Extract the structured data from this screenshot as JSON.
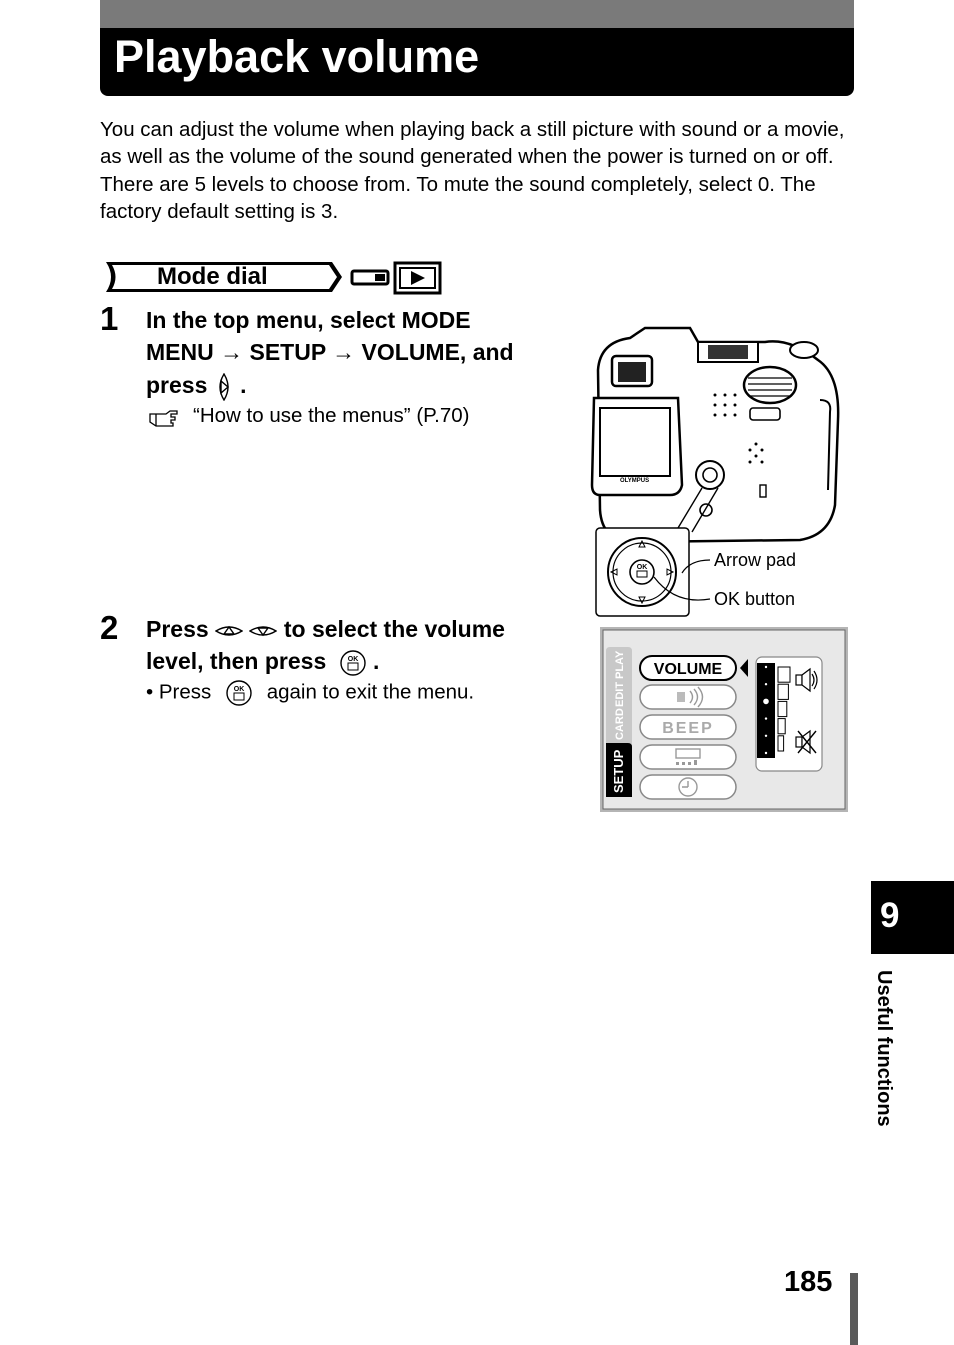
{
  "title": "Playback volume",
  "intro": "You can adjust the volume when playing back a still picture with sound or a movie, as well as the volume of the sound generated when the power is turned on or off. There are 5 levels to choose from. To mute the sound completely, select 0. The factory default setting is 3.",
  "mode_dial": {
    "label": "Mode dial"
  },
  "step1": {
    "number": "1",
    "line1": "In the top menu, select MODE",
    "line2": "MENU → SETUP → VOLUME, and",
    "line3_prefix": "press",
    "line3_suffix": ".",
    "reference": "“How to use the menus” (P.70)"
  },
  "camera_callouts": {
    "arrow_pad": "Arrow pad",
    "ok_button": "OK button"
  },
  "step2": {
    "number": "2",
    "line1_prefix": "Press",
    "line1_suffix": "to select the volume",
    "line2_prefix": "level, then press",
    "line2_suffix": ".",
    "bullet_prefix": "• Press",
    "bullet_suffix": "again to exit the menu."
  },
  "lcd": {
    "side_tabs": [
      "SETUP",
      "CARD",
      "EDIT",
      "PLAY"
    ],
    "items": [
      "VOLUME",
      "",
      "BEEP",
      "",
      ""
    ],
    "level": 3,
    "levels": 5
  },
  "side_tab": {
    "number": "9",
    "label": "Useful functions"
  },
  "page_number": "185"
}
